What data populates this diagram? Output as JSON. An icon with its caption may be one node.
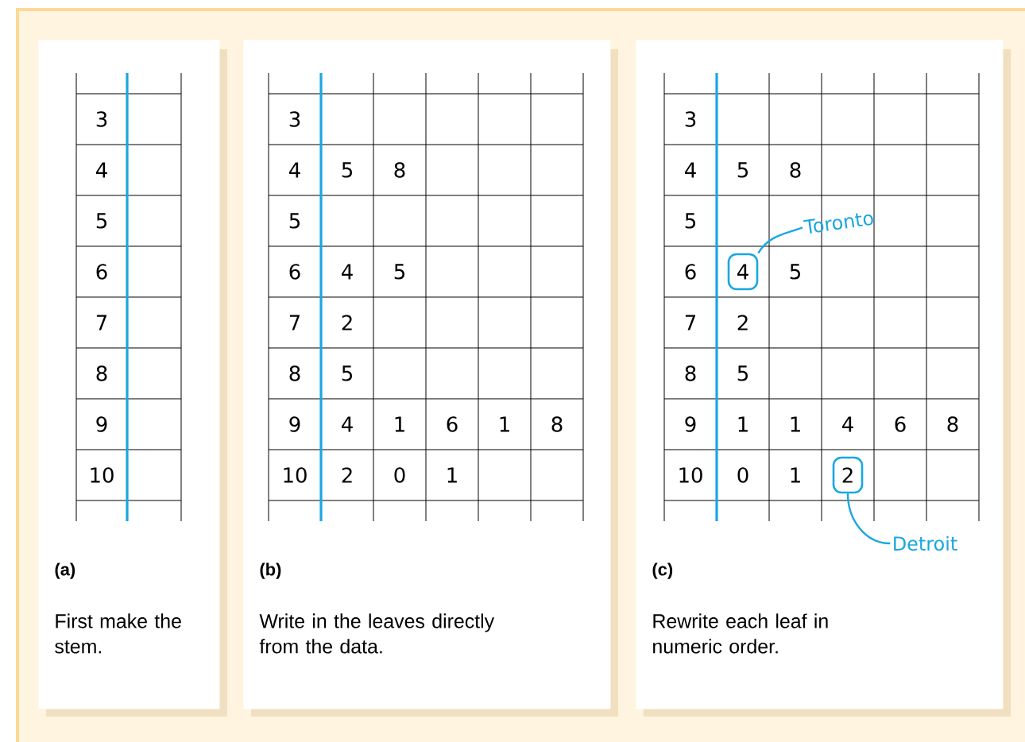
{
  "diagram": {
    "nodes": [
      {
        "text": [
          "(a)",
          "First make the stem."
        ]
      },
      {
        "text": [
          "(b)",
          "Write in the leaves directly from the data."
        ]
      },
      {
        "text": [
          "(c)",
          "Rewrite each leaf in numeric order."
        ]
      },
      {
        "text": [
          "4"
        ],
        "in": 2
      },
      {
        "text": [
          "Toronto"
        ],
        "in": 2
      },
      {
        "text": [
          "2"
        ],
        "in": 2
      },
      {
        "text": [
          "Detroit"
        ],
        "in": 2
      }
    ],
    "edges": [
      {
        "from": 4,
        "to": 3,
        "arrow": "none"
      },
      {
        "from": 6,
        "to": 5,
        "arrow": "none"
      }
    ],
    "labels": [
      "3",
      "4",
      "5",
      "6",
      "7",
      "8",
      "9",
      "10",
      "3",
      "4",
      "5",
      "8",
      "5",
      "6",
      "4",
      "5",
      "7",
      "2",
      "8",
      "5",
      "9",
      "4",
      "1",
      "6",
      "1",
      "8",
      "10",
      "2",
      "0",
      "1",
      "3",
      "4",
      "5",
      "8",
      "5",
      "6",
      "5",
      "7",
      "2",
      "8",
      "5",
      "9",
      "1",
      "1",
      "4",
      "6",
      "8",
      "10",
      "0",
      "1"
    ]
  }
}
